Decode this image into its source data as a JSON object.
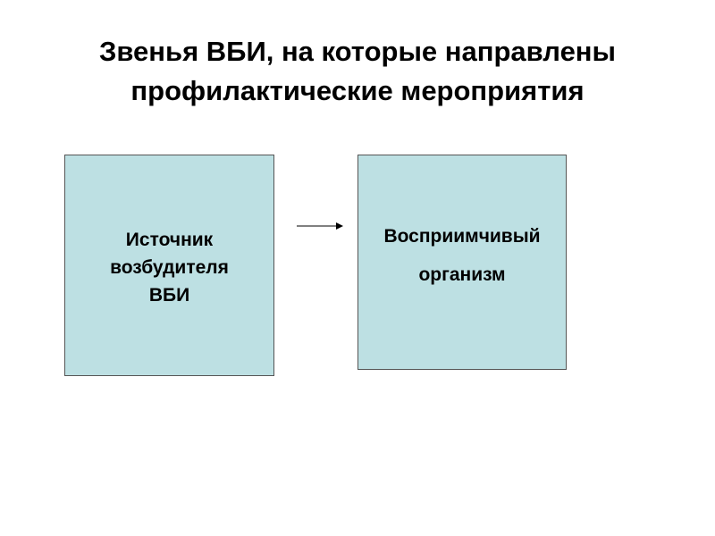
{
  "title": {
    "line1": "Звенья ВБИ, на которые направлены",
    "line2": "профилактические мероприятия"
  },
  "nodes": {
    "source": {
      "line1": "Источник",
      "line2": "возбудителя",
      "line3": "ВБИ"
    },
    "host": {
      "line1": "Восприимчивый",
      "line2": "организм"
    }
  },
  "colors": {
    "box_fill": "#bde0e3",
    "box_border": "#555555",
    "arrow": "#000000"
  },
  "edges": [
    {
      "from": "source",
      "to": "host",
      "style": "arrow"
    }
  ]
}
